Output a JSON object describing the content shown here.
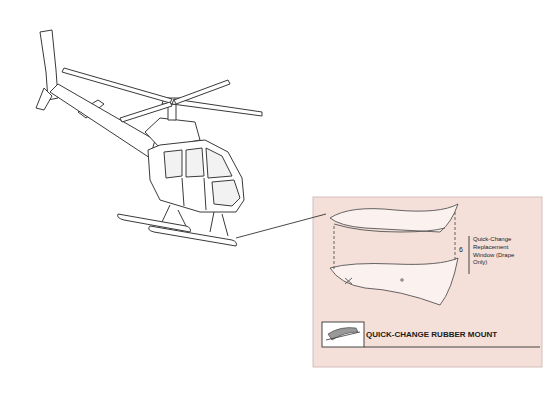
{
  "diagram": {
    "nodes": [
      {
        "text": [
          "QUICK-CHANGE RUBBER MOUNT"
        ]
      }
    ],
    "labels": [
      "6",
      "Quick-Change Replacement Window (Drape Only)"
    ]
  }
}
